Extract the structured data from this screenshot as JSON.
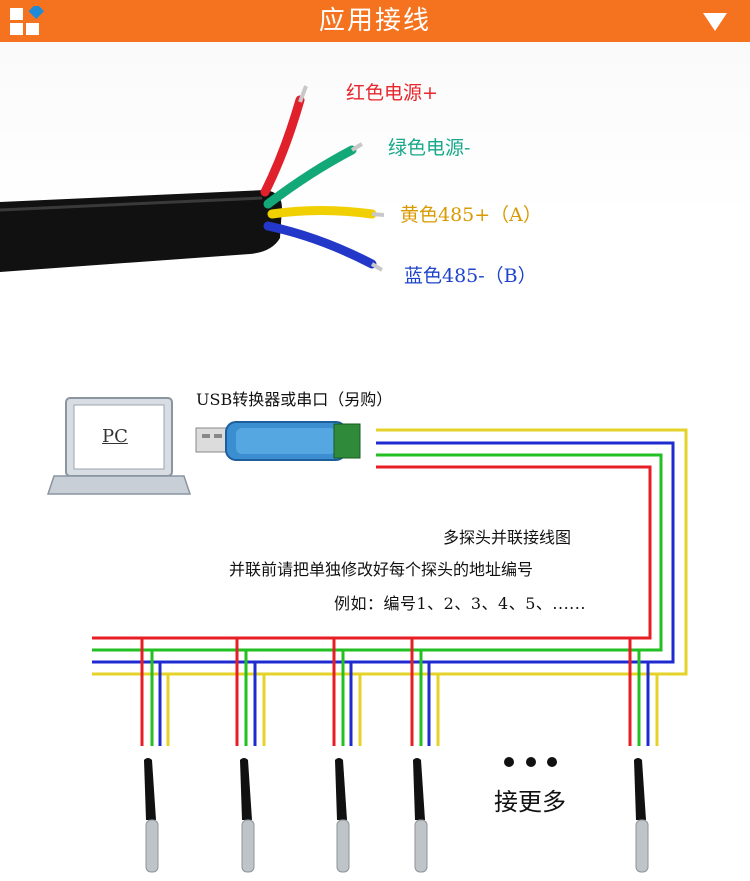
{
  "header": {
    "title": "应用接线",
    "logo_icon": "blocks-logo-icon",
    "menu_icon": "triangle-down-icon",
    "background": "#f5731f"
  },
  "cable": {
    "red_label": "红色电源+",
    "green_label": "绿色电源-",
    "yellow_label": "黄色485+（A）",
    "blue_label": "蓝色485-（B）"
  },
  "wiring": {
    "pc_label": "PC",
    "usb_label": "USB转换器或串口（另购）",
    "note_title": "多探头并联接线图",
    "note_body": "并联前请把单独修改好每个探头的地址编号",
    "note_example": "例如：编号1、2、3、4、5、......",
    "more_label": "接更多",
    "colors": {
      "red": "#e81e25",
      "green": "#22c022",
      "blue": "#1f2bd0",
      "yellow": "#e6d32a"
    }
  }
}
